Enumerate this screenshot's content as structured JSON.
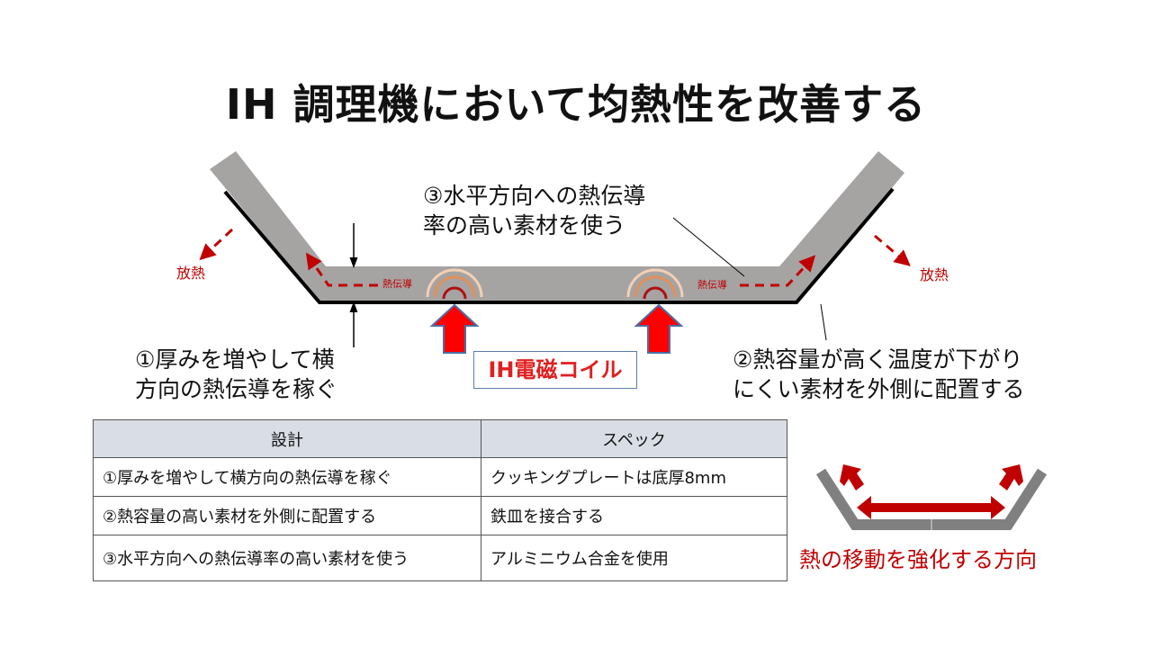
{
  "title": "IH 調理機において均熱性を改善する",
  "labels": {
    "note3_line1": "③水平方向への熱伝導",
    "note3_line2": "率の高い素材を使う",
    "note1_line1": "①厚みを増やして横",
    "note1_line2": "方向の熱伝導を稼ぐ",
    "note2_line1": "②熱容量が高く温度が下がり",
    "note2_line2": "にくい素材を外側に配置する",
    "heat_release_left": "放熱",
    "heat_release_right": "放熱",
    "conduction_left": "熱伝導",
    "conduction_right": "熱伝導",
    "coil": "IH電磁コイル",
    "direction_caption": "熱の移動を強化する方向"
  },
  "table": {
    "headers": [
      "設計",
      "スペック"
    ],
    "rows": [
      [
        "①厚みを増やして横方向の熱伝導を稼ぐ",
        "クッキングプレートは底厚8mm"
      ],
      [
        "②熱容量の高い素材を外側に配置する",
        "鉄皿を接合する"
      ],
      [
        "③水平方向への熱伝導率の高い素材を使う",
        "アルミニウム合金を使用"
      ]
    ]
  },
  "colors": {
    "pan": "#a6a3a3",
    "heat": "#c00000",
    "arrow": "#ff0000"
  }
}
